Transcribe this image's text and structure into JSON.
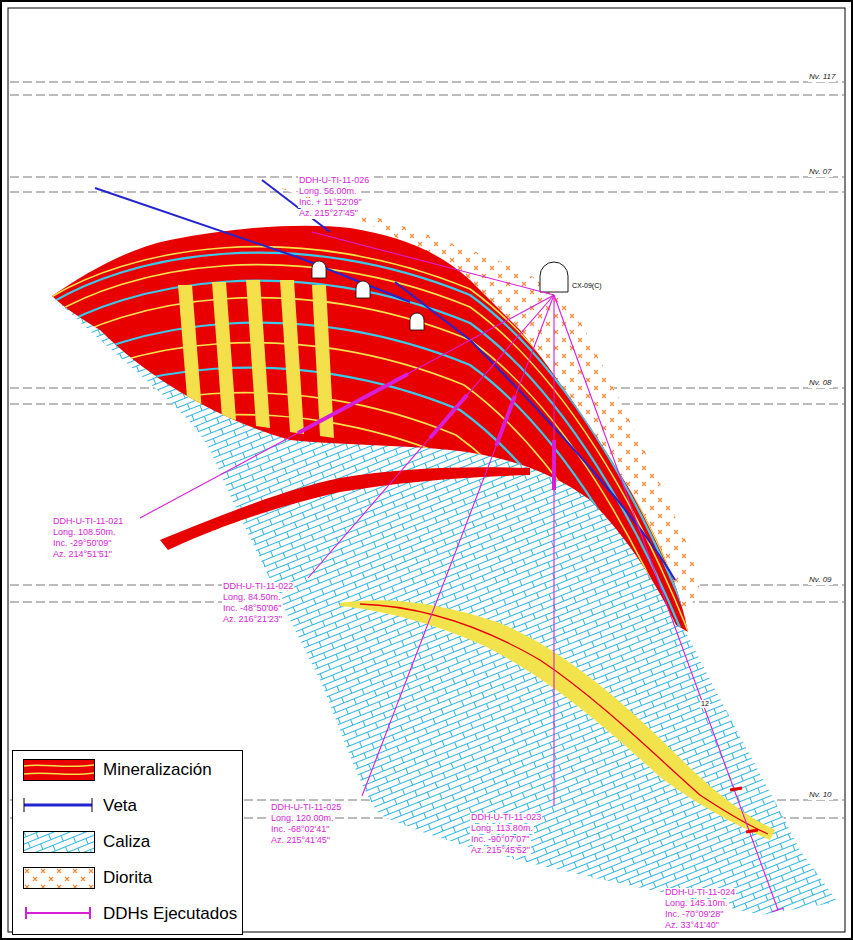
{
  "diagram": {
    "labels": [
      "Nv. 117",
      "DDH-U-TI-11-026",
      "Long. 56.00m.",
      "Inc. + 11°52'09\"",
      "Az. 215°27'45\"",
      "Nv. 07",
      "CX-09(C)",
      "Nv. 08",
      "DDH-U-TI-11-021",
      "Long. 108.50m.",
      "Inc. -29°50'09\"",
      "Az. 214°51'51\"",
      "DDH-U-TI-11-022",
      "Long. 84.50m.",
      "Inc. -48°50'06\"",
      "Az. 216°21'23\"",
      "Nv. 09",
      "12",
      "Nv. 10",
      "DDH-U-TI-11-025",
      "Long. 120.00m.",
      "Inc. -68°02'41\"",
      "Az. 215°41'45\"",
      "DDH-U-TI-11-023",
      "Long. 113.80m.",
      "Inc. -90°07'07\"",
      "Az. 215°45'52\"",
      "DDH-U-TI-11-024",
      "Long. 145.10m.",
      "Inc. -70°09'28\"",
      "Az. 33°41'40\""
    ],
    "legend": [
      {
        "text": "Mineralización",
        "color": "#e80000"
      },
      {
        "text": "Veta"
      },
      {
        "text": "Caliza"
      },
      {
        "text": "Diorita"
      },
      {
        "text": "DDHs Ejecutados"
      }
    ]
  }
}
